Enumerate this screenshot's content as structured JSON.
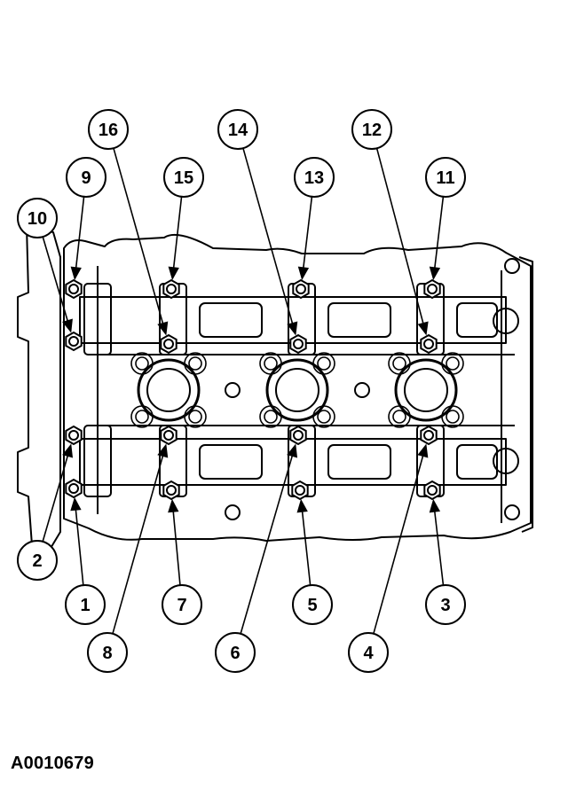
{
  "figure_id": "A0010679",
  "callouts": [
    {
      "label": "1"
    },
    {
      "label": "2"
    },
    {
      "label": "3"
    },
    {
      "label": "4"
    },
    {
      "label": "5"
    },
    {
      "label": "6"
    },
    {
      "label": "7"
    },
    {
      "label": "8"
    },
    {
      "label": "9"
    },
    {
      "label": "10"
    },
    {
      "label": "11"
    },
    {
      "label": "12"
    },
    {
      "label": "13"
    },
    {
      "label": "14"
    },
    {
      "label": "15"
    },
    {
      "label": "16"
    }
  ],
  "colors": {
    "ink": "#000000",
    "paper": "#ffffff"
  }
}
